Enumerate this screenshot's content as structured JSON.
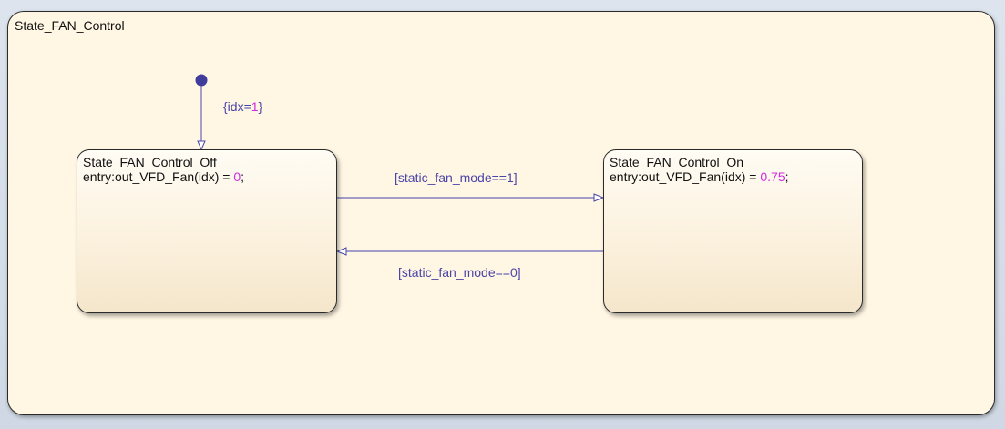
{
  "chart": {
    "name": "State_FAN_Control"
  },
  "default_transition": {
    "action_prefix": "{idx=",
    "action_value": "1",
    "action_suffix": "}"
  },
  "states": {
    "off": {
      "name": "State_FAN_Control_Off",
      "entry_prefix": "entry:out_VFD_Fan(idx) = ",
      "entry_value": "0",
      "entry_suffix": ";"
    },
    "on": {
      "name": "State_FAN_Control_On",
      "entry_prefix": "entry:out_VFD_Fan(idx) = ",
      "entry_value": "0.75",
      "entry_suffix": ";"
    }
  },
  "transitions": {
    "off_to_on": "[static_fan_mode==1]",
    "on_to_off": "[static_fan_mode==0]"
  },
  "colors": {
    "chart_background": "#fff6e3",
    "transition": "#4a45a8",
    "numeric_literal": "#d02be0",
    "default_dot": "#3f3c9c"
  }
}
